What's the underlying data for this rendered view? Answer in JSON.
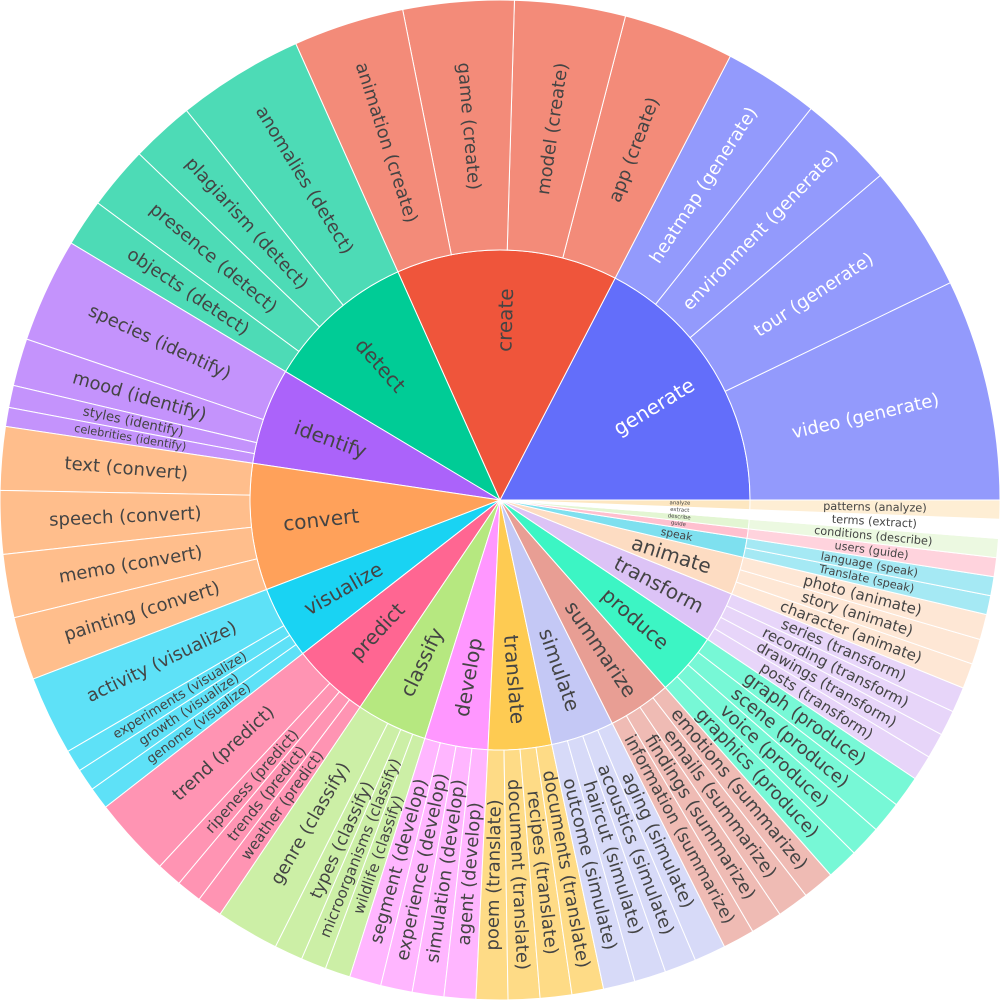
{
  "chart_data": {
    "type": "sunburst",
    "title": "",
    "inner": [
      {
        "label": "generate",
        "color": "#636efa",
        "fill": "#939afc",
        "text": "#ffffff",
        "children": [
          {
            "label": "video (generate)",
            "value": 7
          },
          {
            "label": "tour (generate)",
            "value": 4
          },
          {
            "label": "environment (generate)",
            "value": 3
          },
          {
            "label": "heatmap (generate)",
            "value": 3
          }
        ]
      },
      {
        "label": "create",
        "color": "#ef553b",
        "fill": "#f38b79",
        "text": "#444444",
        "children": [
          {
            "label": "app (create)",
            "value": 3.5
          },
          {
            "label": "model (create)",
            "value": 3.5
          },
          {
            "label": "game (create)",
            "value": 3.5
          },
          {
            "label": "animation (create)",
            "value": 3.5
          }
        ]
      },
      {
        "label": "detect",
        "color": "#00cc96",
        "fill": "#4ddbb6",
        "text": "#444444",
        "children": [
          {
            "label": "anomalies (detect)",
            "value": 4
          },
          {
            "label": "plagiarism (detect)",
            "value": 2
          },
          {
            "label": "presence (detect)",
            "value": 2
          },
          {
            "label": "objects (detect)",
            "value": 1.5
          }
        ]
      },
      {
        "label": "identify",
        "color": "#ab63fa",
        "fill": "#c493fc",
        "text": "#444444",
        "children": [
          {
            "label": "species (identify)",
            "value": 3.3
          },
          {
            "label": "mood (identify)",
            "value": 1.5
          },
          {
            "label": "styles (identify)",
            "value": 0.7
          },
          {
            "label": "celebrities (identify)",
            "value": 0.6
          }
        ]
      },
      {
        "label": "convert",
        "color": "#ffa15a",
        "fill": "#ffbe8c",
        "text": "#444444",
        "children": [
          {
            "label": "text (convert)",
            "value": 2
          },
          {
            "label": "speech (convert)",
            "value": 2
          },
          {
            "label": "memo (convert)",
            "value": 2
          },
          {
            "label": "painting (convert)",
            "value": 2
          }
        ]
      },
      {
        "label": "visualize",
        "color": "#19d3f3",
        "fill": "#5ee1f7",
        "text": "#444444",
        "children": [
          {
            "label": "activity (visualize)",
            "value": 2.5
          },
          {
            "label": "experiments (visualize)",
            "value": 0.7
          },
          {
            "label": "growth (visualize)",
            "value": 0.7
          },
          {
            "label": "genome (visualize)",
            "value": 0.7
          }
        ]
      },
      {
        "label": "predict",
        "color": "#ff6692",
        "fill": "#ff94b3",
        "text": "#444444",
        "children": [
          {
            "label": "trend (predict)",
            "value": 2.5
          },
          {
            "label": "ripeness (predict)",
            "value": 0.8
          },
          {
            "label": "trends (predict)",
            "value": 0.8
          },
          {
            "label": "weather (predict)",
            "value": 0.8
          }
        ]
      },
      {
        "label": "classify",
        "color": "#b6e880",
        "fill": "#ccefa6",
        "text": "#444444",
        "children": [
          {
            "label": "genre (classify)",
            "value": 2
          },
          {
            "label": "types (classify)",
            "value": 0.9
          },
          {
            "label": "microorganisms (classify)",
            "value": 0.8
          },
          {
            "label": "wildlife (classify)",
            "value": 0.8
          }
        ]
      },
      {
        "label": "develop",
        "color": "#ff97ff",
        "fill": "#ffb6ff",
        "text": "#444444",
        "children": [
          {
            "label": "segment (develop)",
            "value": 1
          },
          {
            "label": "experience (develop)",
            "value": 1
          },
          {
            "label": "simulation (develop)",
            "value": 1
          },
          {
            "label": "agent (develop)",
            "value": 1
          }
        ]
      },
      {
        "label": "translate",
        "color": "#fecb52",
        "fill": "#fedb86",
        "text": "#444444",
        "children": [
          {
            "label": "poem (translate)",
            "value": 1
          },
          {
            "label": "document (translate)",
            "value": 1
          },
          {
            "label": "recipes (translate)",
            "value": 1
          },
          {
            "label": "documents (translate)",
            "value": 1
          }
        ]
      },
      {
        "label": "simulate",
        "color": "#c4c8f5",
        "fill": "#d7daf8",
        "text": "#444444",
        "children": [
          {
            "label": "outcome (simulate)",
            "value": 1
          },
          {
            "label": "haircut (simulate)",
            "value": 1
          },
          {
            "label": "acoustics (simulate)",
            "value": 1
          },
          {
            "label": "aging (simulate)",
            "value": 1
          }
        ]
      },
      {
        "label": "summarize",
        "color": "#e89e94",
        "fill": "#efbbb4",
        "text": "#444444",
        "children": [
          {
            "label": "information (summarize)",
            "value": 1
          },
          {
            "label": "findings (summarize)",
            "value": 1
          },
          {
            "label": "emails (summarize)",
            "value": 1
          },
          {
            "label": "emotions (summarize)",
            "value": 1
          }
        ]
      },
      {
        "label": "produce",
        "color": "#3cf5c4",
        "fill": "#77f8d6",
        "text": "#444444",
        "children": [
          {
            "label": "graphics (produce)",
            "value": 1
          },
          {
            "label": "voice (produce)",
            "value": 1
          },
          {
            "label": "scene (produce)",
            "value": 1
          },
          {
            "label": "graph (produce)",
            "value": 1
          }
        ]
      },
      {
        "label": "transform",
        "color": "#dcc3f6",
        "fill": "#e7d5f9",
        "text": "#444444",
        "children": [
          {
            "label": "posts (transform)",
            "value": 0.8
          },
          {
            "label": "drawings (transform)",
            "value": 0.8
          },
          {
            "label": "recording (transform)",
            "value": 0.8
          },
          {
            "label": "series (transform)",
            "value": 0.8
          }
        ]
      },
      {
        "label": "animate",
        "color": "#fddcc2",
        "fill": "#fee7d5",
        "text": "#444444",
        "children": [
          {
            "label": "character (animate)",
            "value": 0.8
          },
          {
            "label": "story (animate)",
            "value": 0.8
          },
          {
            "label": "photo (animate)",
            "value": 0.8
          }
        ]
      },
      {
        "label": "speak",
        "color": "#7ee0ef",
        "fill": "#a5e9f4",
        "text": "#444444",
        "children": [
          {
            "label": "Translate (speak)",
            "value": 0.6
          },
          {
            "label": "language (speak)",
            "value": 0.6
          }
        ]
      },
      {
        "label": "guide",
        "color": "#ffc0cf",
        "fill": "#ffd3dd",
        "text": "#444444",
        "children": [
          {
            "label": "users (guide)",
            "value": 0.6
          }
        ]
      },
      {
        "label": "describe",
        "color": "#e3f6d3",
        "fill": "#ecf9e1",
        "text": "#444444",
        "children": [
          {
            "label": "conditions (describe)",
            "value": 0.6
          }
        ]
      },
      {
        "label": "extract",
        "color": "#ffffff",
        "fill": "#ffffff",
        "text": "#444444",
        "children": [
          {
            "label": "terms (extract)",
            "value": 0.6
          }
        ]
      },
      {
        "label": "analyze",
        "color": "#fde7c1",
        "fill": "#feeed4",
        "text": "#444444",
        "children": [
          {
            "label": "patterns (analyze)",
            "value": 0.6
          }
        ]
      }
    ]
  }
}
